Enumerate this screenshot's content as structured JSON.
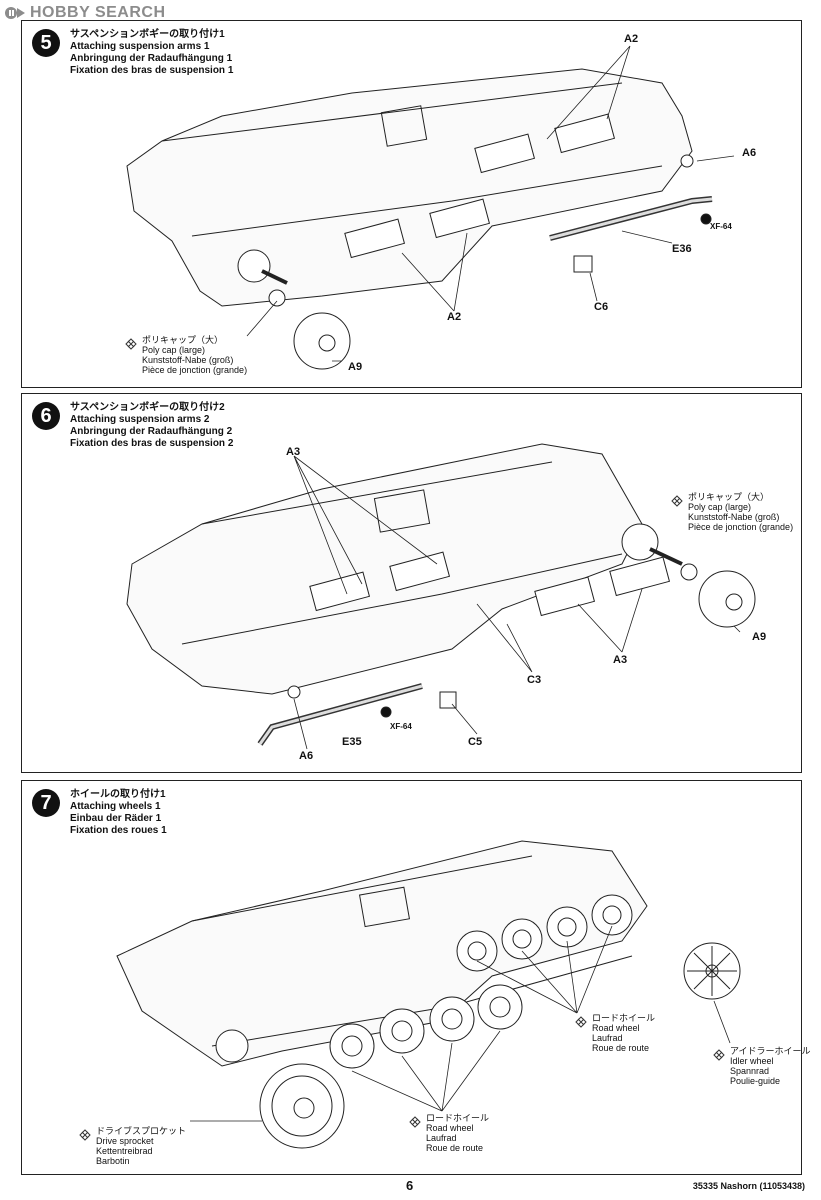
{
  "watermark": {
    "text": "HOBBY SEARCH"
  },
  "steps": [
    {
      "number": "5",
      "titles": [
        "サスペンションボギーの取り付け1",
        "Attaching suspension arms 1",
        "Anbringung der Radaufhängung 1",
        "Fixation des bras de suspension 1"
      ],
      "parts": [
        "A2",
        "A6",
        "XF-64",
        "E36",
        "C6",
        "A2",
        "A9"
      ],
      "note": [
        "ポリキャップ（大）",
        "Poly cap (large)",
        "Kunststoff-Nabe (groß)",
        "Pièce de jonction (grande)"
      ]
    },
    {
      "number": "6",
      "titles": [
        "サスペンションボギーの取り付け2",
        "Attaching suspension arms 2",
        "Anbringung der Radaufhängung 2",
        "Fixation des bras de suspension 2"
      ],
      "parts": [
        "A3",
        "A9",
        "A3",
        "C3",
        "XF-64",
        "E35",
        "A6",
        "C5"
      ],
      "note": [
        "ポリキャップ（大）",
        "Poly cap (large)",
        "Kunststoff-Nabe (groß)",
        "Pièce de jonction (grande)"
      ]
    },
    {
      "number": "7",
      "titles": [
        "ホイールの取り付け1",
        "Attaching wheels 1",
        "Einbau der Räder 1",
        "Fixation des roues 1"
      ],
      "notes": [
        [
          "ロードホイール",
          "Road wheel",
          "Laufrad",
          "Roue de route"
        ],
        [
          "アイドラーホイール",
          "Idler wheel",
          "Spannrad",
          "Poulie-guide"
        ],
        [
          "ロードホイール",
          "Road wheel",
          "Laufrad",
          "Roue de route"
        ],
        [
          "ドライブスプロケット",
          "Drive sprocket",
          "Kettentreibrad",
          "Barbotin"
        ]
      ]
    }
  ],
  "footer": {
    "page": "6",
    "code": "35335 Nashorn (11053438)"
  }
}
